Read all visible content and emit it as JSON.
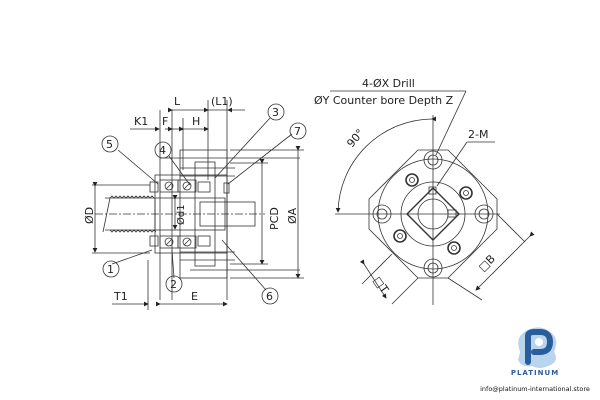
{
  "drawing": {
    "title": "Ball screw fixed-side support unit (flange type) technical drawing",
    "side_view": {
      "dimensions": {
        "L": "L",
        "L1": "(L1)",
        "K1": "K1",
        "F": "F",
        "H": "H",
        "D": "ØD",
        "d1": "Ød1",
        "PCD": "PCD",
        "A": "ØA",
        "T1": "T1",
        "E": "E"
      },
      "callouts": [
        "1",
        "2",
        "3",
        "4",
        "5",
        "6",
        "7"
      ]
    },
    "front_view": {
      "drill_note_line1": "4-ØX Drill",
      "drill_note_line2": "ØY Counter bore  Depth Z",
      "thread_note": "2-M",
      "angle": "90°",
      "square_T": "□T",
      "square_B": "□B"
    }
  },
  "logo": {
    "brand": "PLATINUM",
    "email": "info@platinum-international.store",
    "colors": {
      "primary": "#2a5d9c",
      "light": "#7fb3df"
    }
  }
}
